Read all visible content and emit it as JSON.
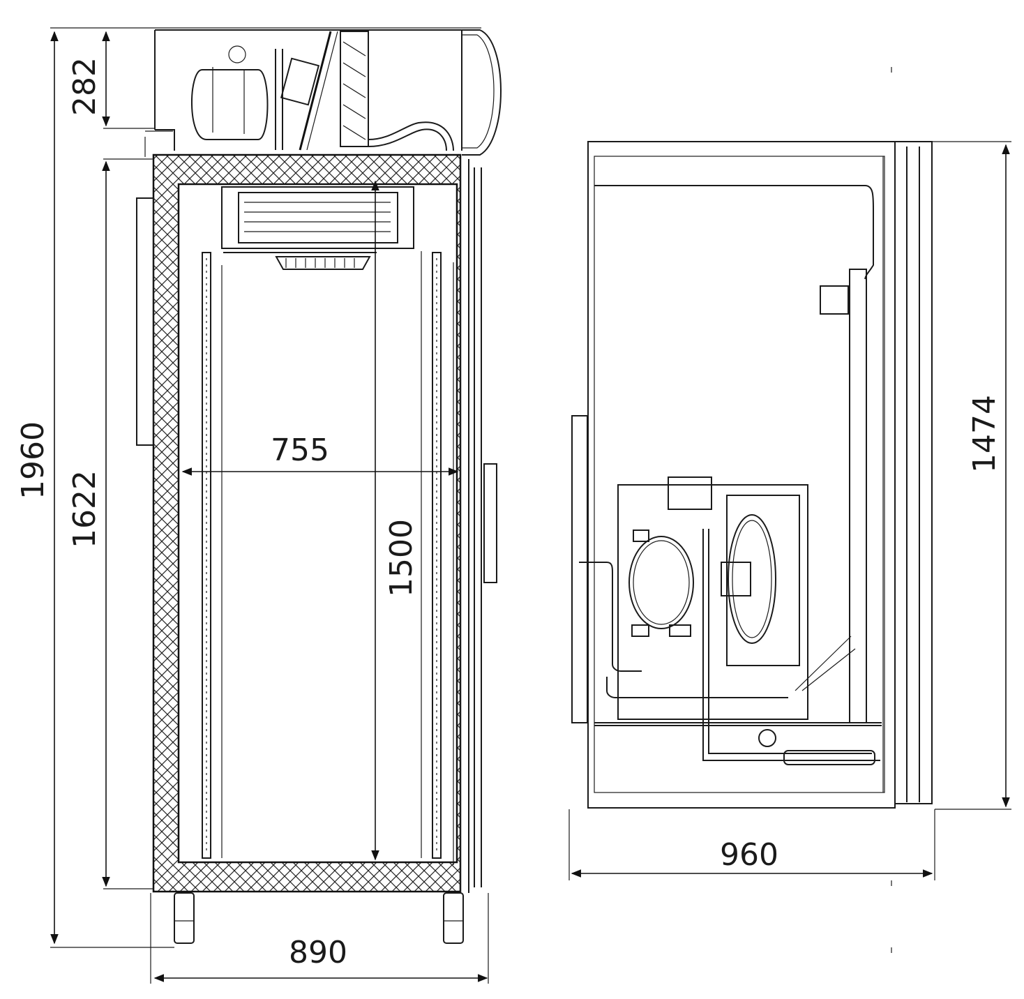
{
  "dimensions": {
    "overall_height": "1960",
    "top_unit_height": "282",
    "body_height": "1622",
    "inner_width": "755",
    "inner_height": "1500",
    "overall_width": "890",
    "depth": "960",
    "side_height": "1474"
  }
}
